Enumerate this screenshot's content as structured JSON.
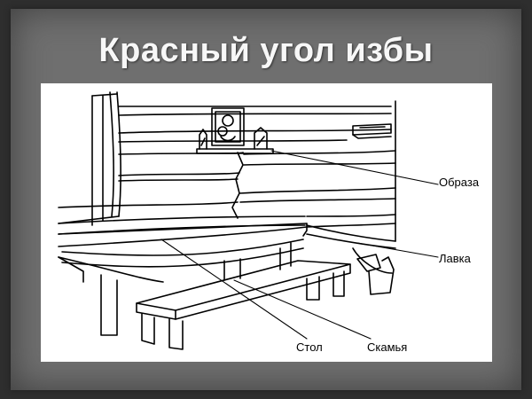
{
  "slide": {
    "title": "Красный угол избы"
  },
  "diagram": {
    "labels": {
      "icons": "Образа",
      "bench": "Лавка",
      "table": "Стол",
      "stool_bench": "Скамья"
    }
  },
  "colors": {
    "background": "#6f6f6f",
    "title_text": "#f7f7f7",
    "picture_bg": "#ffffff",
    "line": "#000000"
  }
}
